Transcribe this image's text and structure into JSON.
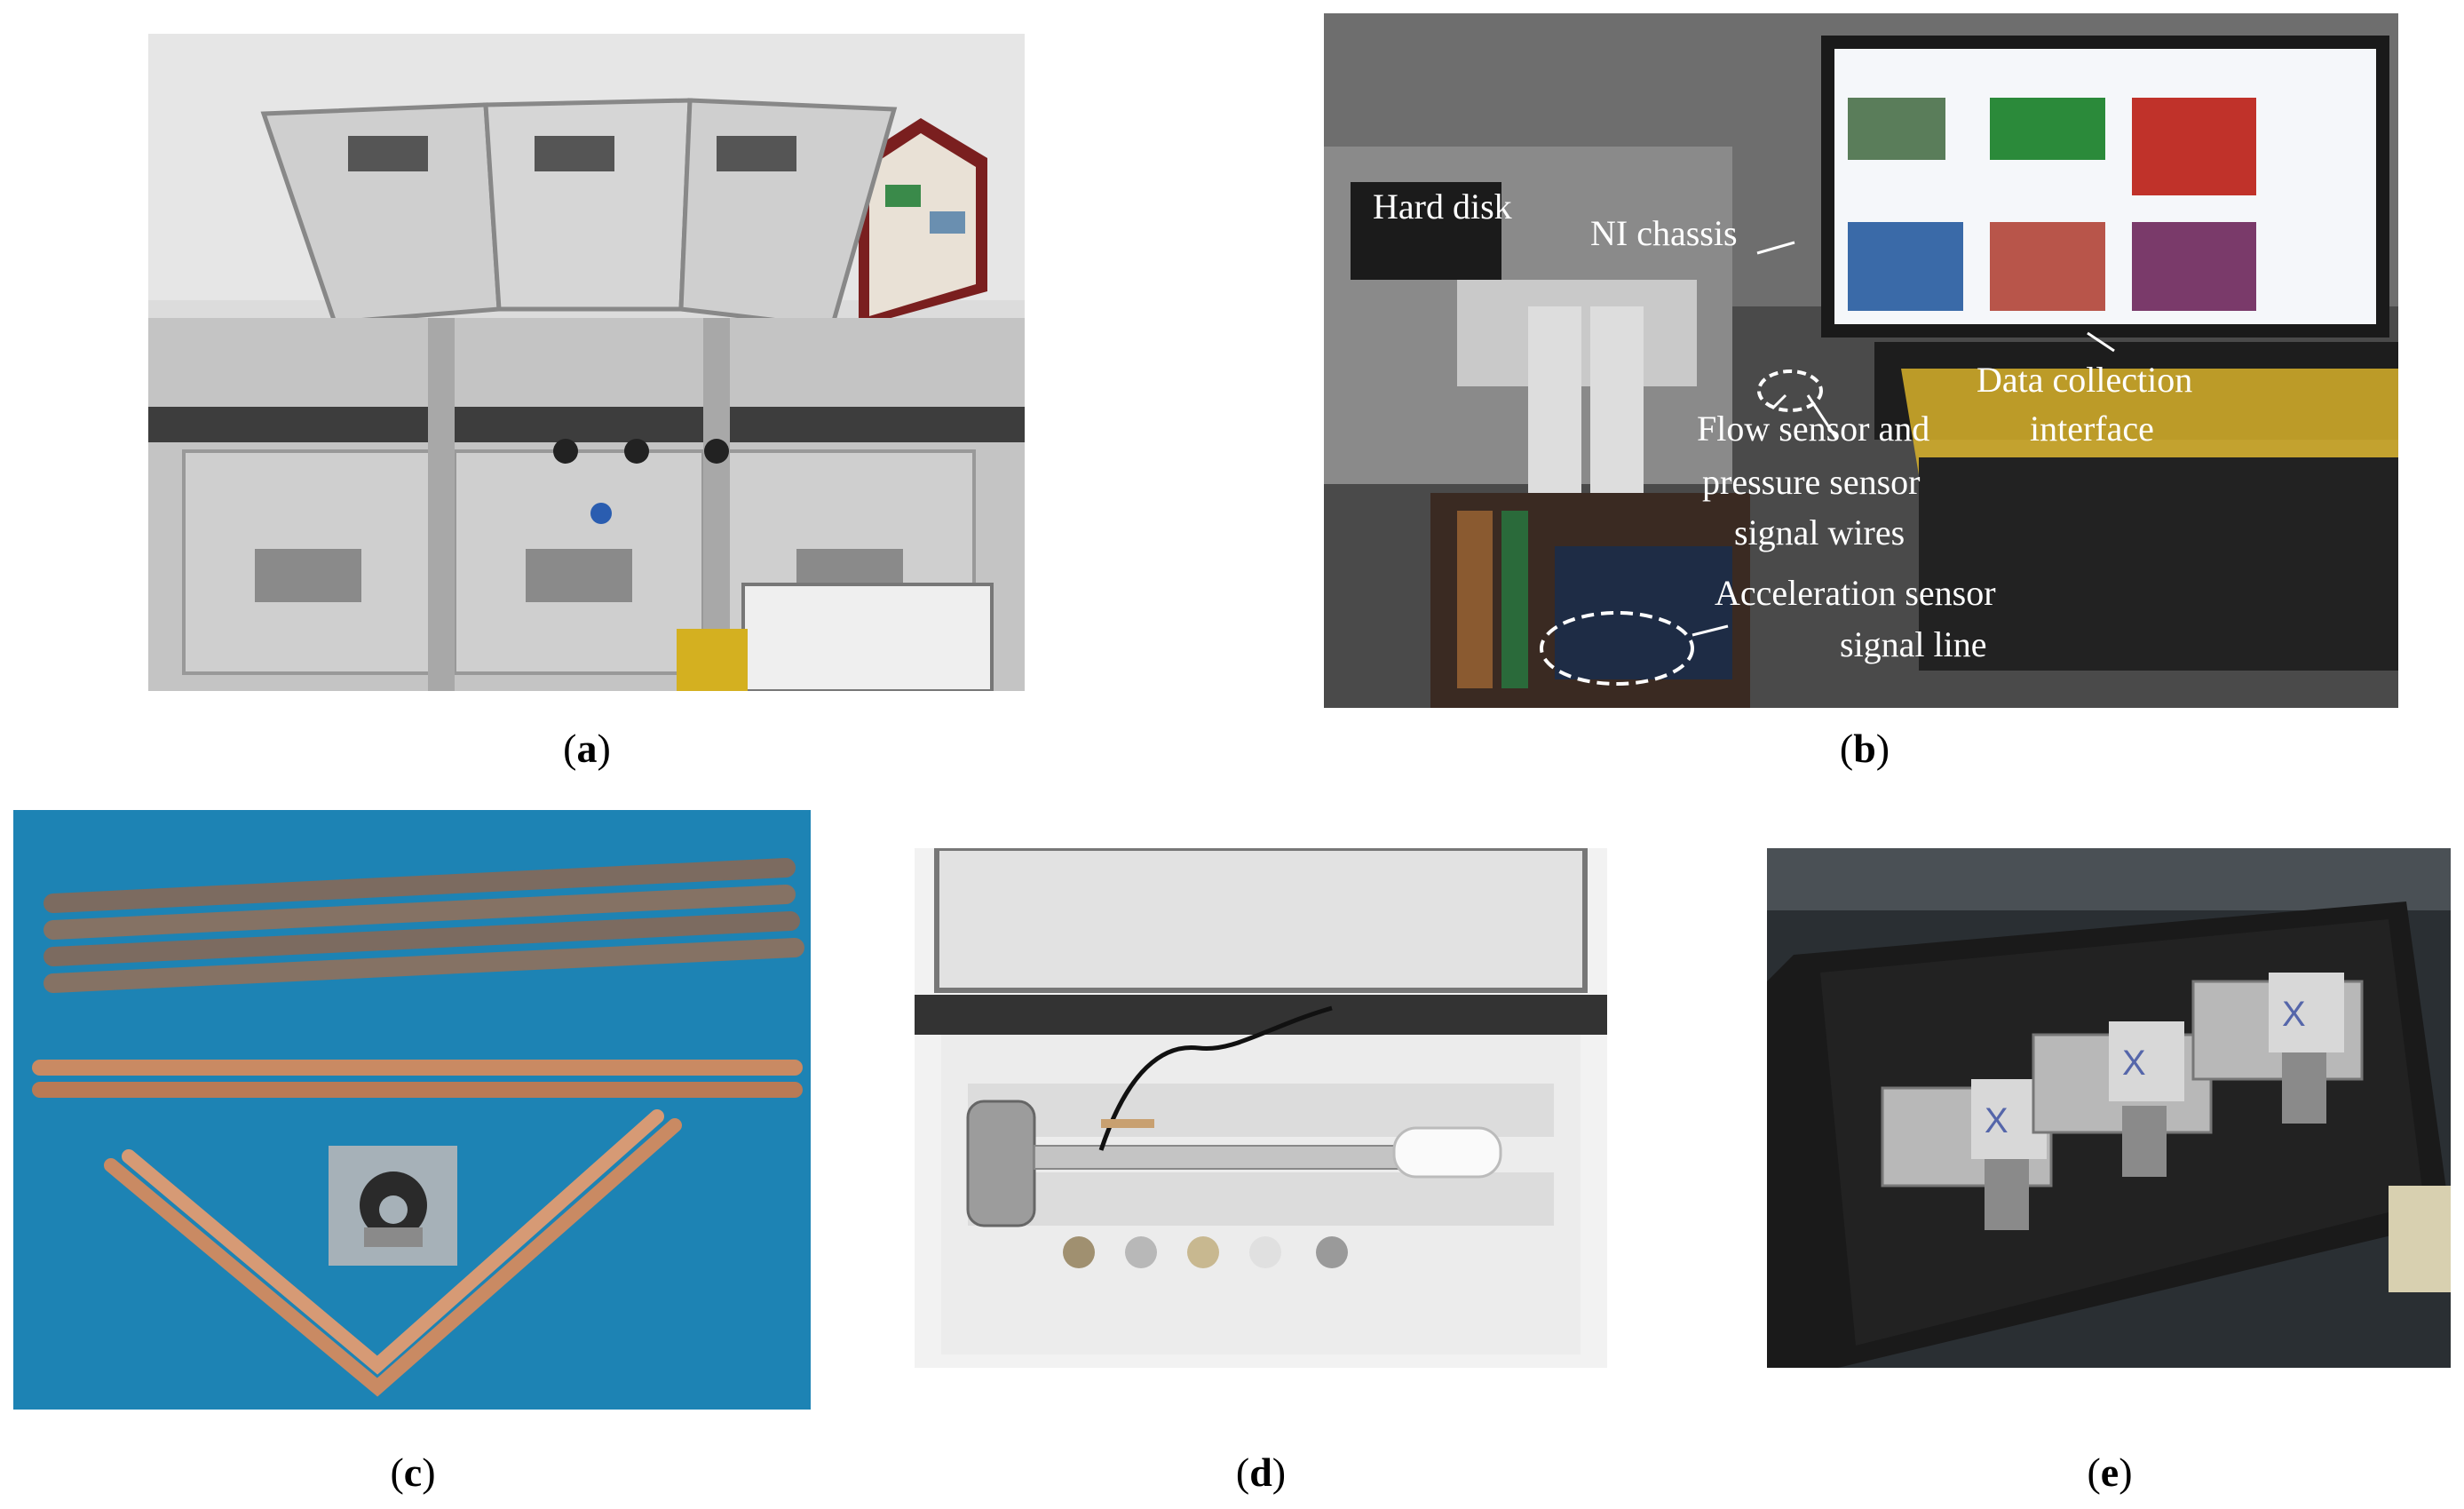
{
  "panels": {
    "a": {
      "caption_letter": "a"
    },
    "b": {
      "caption_letter": "b",
      "labels": {
        "hard_disk": "Hard disk",
        "ni_chassis": "NI chassis",
        "data_collection_1": "Data collection",
        "data_collection_2": "interface",
        "flow_1": "Flow sensor and",
        "flow_2": "pressure sensor",
        "flow_3": "signal wires",
        "accel_1": "Acceleration sensor",
        "accel_2": "signal line"
      }
    },
    "c": {
      "caption_letter": "c"
    },
    "d": {
      "caption_letter": "d"
    },
    "e": {
      "caption_letter": "e"
    }
  },
  "colors": {
    "pipe_bg": "#1d83b4",
    "foam_dark": "#1a1a1a",
    "case_light": "#e8e8e8",
    "copper": "#c98a63"
  }
}
